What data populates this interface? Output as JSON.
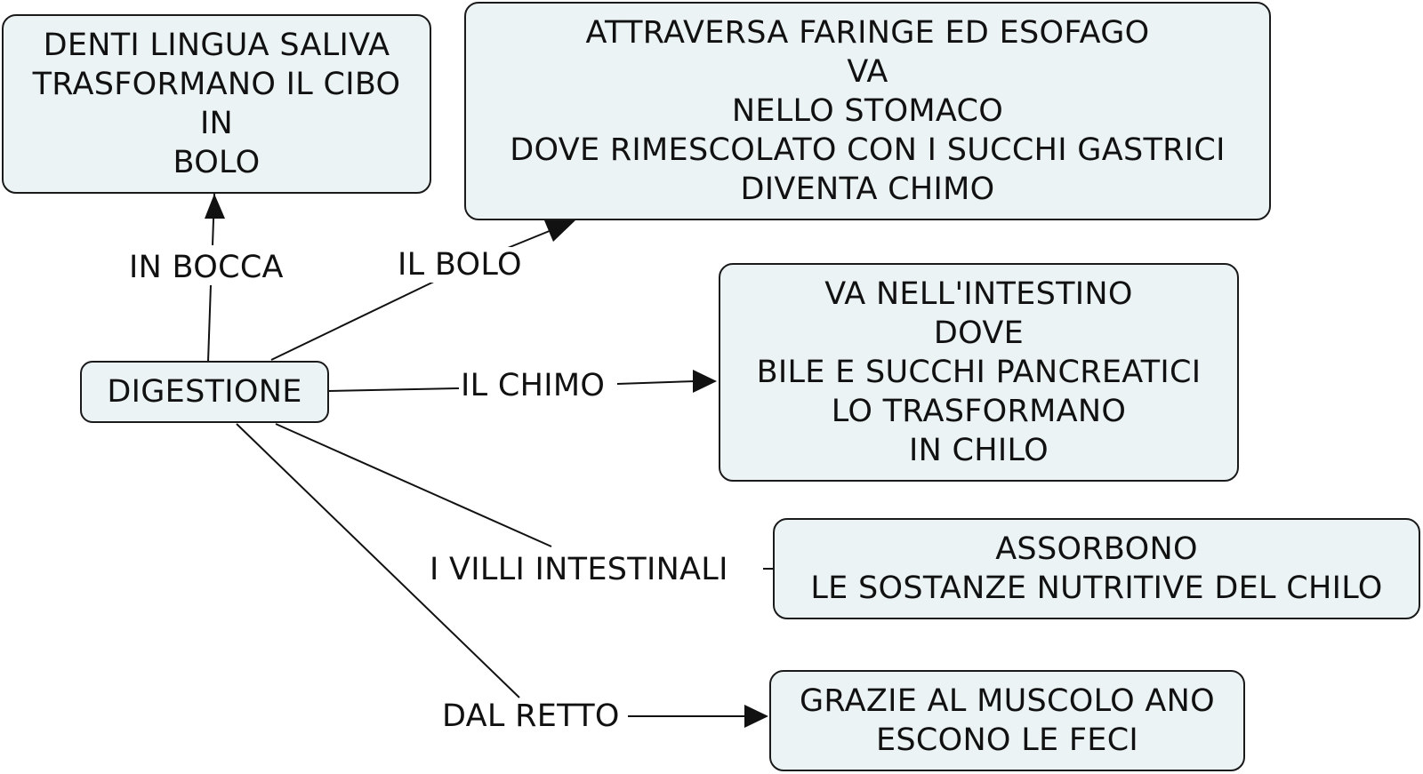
{
  "root": {
    "label": "DIGESTIONE"
  },
  "branches": [
    {
      "link": "IN BOCCA",
      "lines": [
        "DENTI LINGUA SALIVA",
        "TRASFORMANO IL CIBO",
        "IN",
        "BOLO"
      ]
    },
    {
      "link": "IL BOLO",
      "lines": [
        "ATTRAVERSA FARINGE ED ESOFAGO",
        "VA",
        "NELLO STOMACO",
        "DOVE RIMESCOLATO CON I SUCCHI GASTRICI",
        "DIVENTA CHIMO"
      ]
    },
    {
      "link": "IL CHIMO",
      "lines": [
        "VA NELL'INTESTINO",
        "DOVE",
        "BILE E SUCCHI PANCREATICI",
        "LO TRASFORMANO",
        "IN CHILO"
      ]
    },
    {
      "link": "I VILLI INTESTINALI",
      "lines": [
        "ASSORBONO",
        "LE SOSTANZE NUTRITIVE DEL CHILO"
      ]
    },
    {
      "link": "DAL RETTO",
      "lines": [
        "GRAZIE AL MUSCOLO ANO",
        "ESCONO LE FECI"
      ]
    }
  ],
  "colors": {
    "node_fill": "#ebf3f5",
    "stroke": "#1a1a1a"
  }
}
